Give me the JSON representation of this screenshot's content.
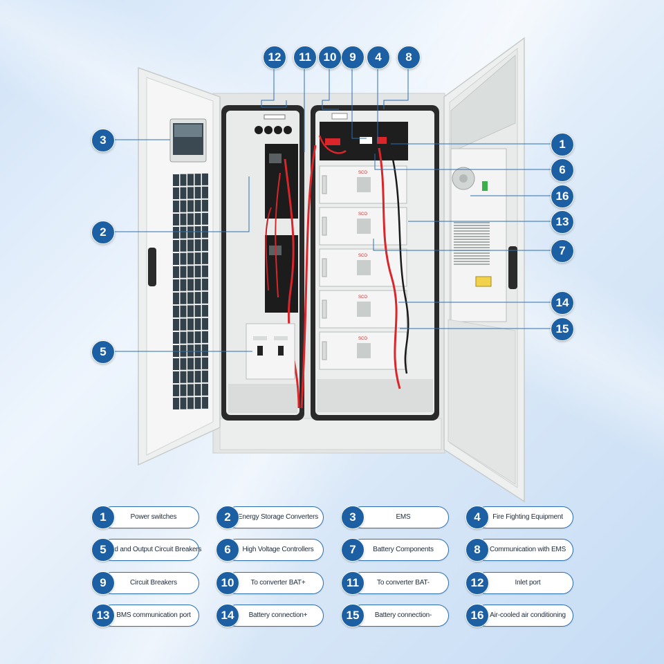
{
  "legend": [
    {
      "num": "1",
      "label": "Power switches"
    },
    {
      "num": "2",
      "label": "Energy Storage Converters"
    },
    {
      "num": "3",
      "label": "EMS"
    },
    {
      "num": "4",
      "label": "Fire Fighting Equipment"
    },
    {
      "num": "5",
      "label": "Grid and Output Circuit Breakers"
    },
    {
      "num": "6",
      "label": "High Voltage Controllers"
    },
    {
      "num": "7",
      "label": "Battery Components"
    },
    {
      "num": "8",
      "label": "Communication with EMS"
    },
    {
      "num": "9",
      "label": "Circuit Breakers"
    },
    {
      "num": "10",
      "label": "To converter BAT+"
    },
    {
      "num": "11",
      "label": "To converter BAT-"
    },
    {
      "num": "12",
      "label": "Inlet port"
    },
    {
      "num": "13",
      "label": "BMS communication port"
    },
    {
      "num": "14",
      "label": "Battery connection+"
    },
    {
      "num": "15",
      "label": "Battery connection-"
    },
    {
      "num": "16",
      "label": "Air-cooled air conditioning"
    }
  ],
  "module_brand": "SCO",
  "colors": {
    "badge": "#1d5fa3",
    "pill_border": "#2b6fb3",
    "cabinet": "#e6e9e7",
    "cable_red": "#d8262b",
    "cable_black": "#1a1a1a"
  }
}
